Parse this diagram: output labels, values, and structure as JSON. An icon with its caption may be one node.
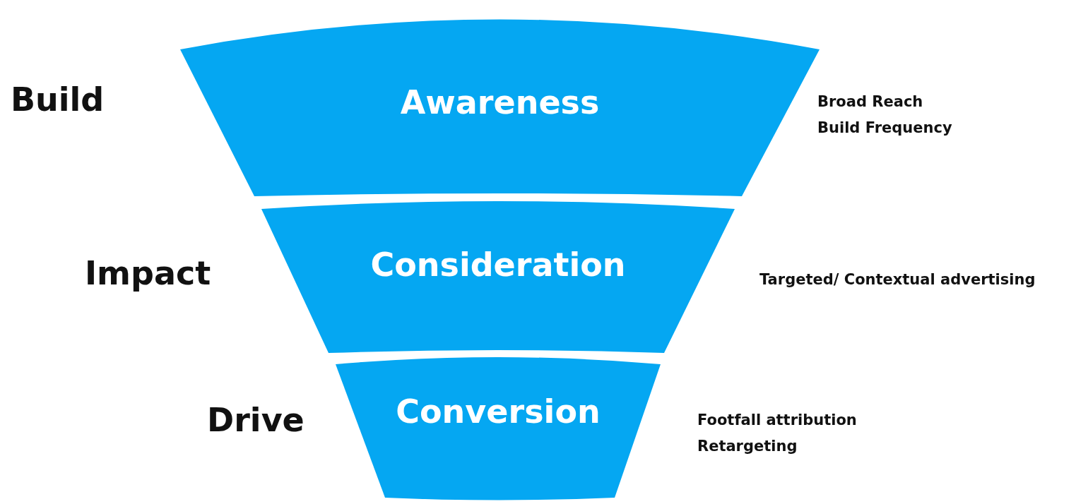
{
  "diagram": {
    "nodes": [
      {
        "text": [
          "Awareness"
        ],
        "beside": [
          "Build",
          "Broad Reach",
          "Build Frequency"
        ]
      },
      {
        "text": [
          "Consideration"
        ],
        "beside": [
          "Impact",
          "Targeted/ Contextual advertising"
        ]
      },
      {
        "text": [
          "Conversion"
        ],
        "beside": [
          "Drive",
          "Footfall attribution",
          "Retargeting"
        ]
      }
    ],
    "edges": []
  }
}
